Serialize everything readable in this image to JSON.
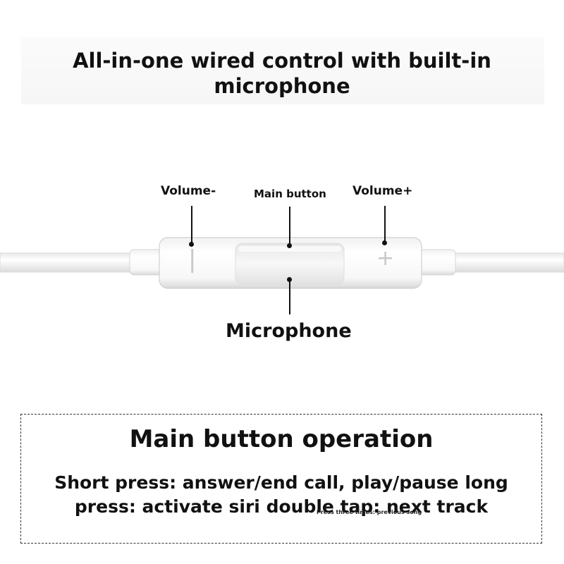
{
  "header": {
    "title_line1": "All-in-one wired control with built-in",
    "title_line2": "microphone"
  },
  "diagram": {
    "labels": {
      "volume_minus": "Volume-",
      "main_button": "Main button",
      "volume_plus": "Volume+",
      "microphone": "Microphone"
    },
    "glyphs": {
      "minus": "|",
      "plus": "+"
    }
  },
  "operation": {
    "title": "Main button operation",
    "line1": "Short press: answer/end call, play/pause long",
    "line2": "press: activate siri double tap: next track",
    "overlay_note": "Press three times: previous song"
  }
}
